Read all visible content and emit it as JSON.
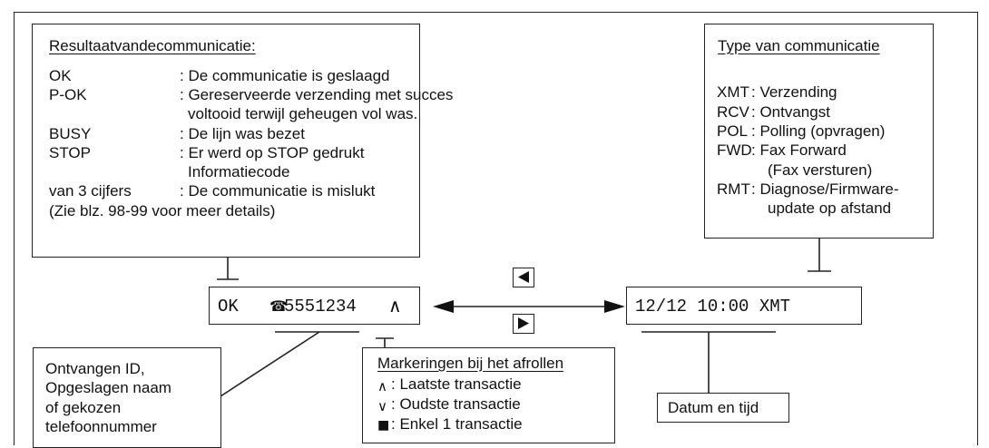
{
  "result_box": {
    "title": "Resultaatvandecommunicatie:",
    "rows": [
      {
        "code": "OK",
        "desc": ": De communicatie is geslaagd"
      },
      {
        "code": "P-OK",
        "desc": ": Gereserveerde verzending met succes"
      },
      {
        "code": "",
        "desc": "voltooid terwijl geheugen vol was."
      },
      {
        "code": "BUSY",
        "desc": ": De lijn was bezet"
      },
      {
        "code": "STOP",
        "desc": ": Er werd op STOP gedrukt"
      },
      {
        "code": "",
        "desc": "Informatiecode"
      },
      {
        "code": "van 3 cijfers",
        "desc": ": De communicatie is mislukt"
      }
    ],
    "note": "(Zie blz. 98-99 voor meer details)"
  },
  "type_box": {
    "title": "Type van communicatie",
    "rows": [
      {
        "code": "XMT",
        "desc": ": Verzending"
      },
      {
        "code": "RCV",
        "desc": ": Ontvangst"
      },
      {
        "code": "POL",
        "desc": ": Polling (opvragen)"
      },
      {
        "code": "FWD",
        "desc": ": Fax Forward"
      },
      {
        "code": "",
        "desc": "(Fax versturen)"
      },
      {
        "code": "RMT",
        "desc": ": Diagnose/Firmware-"
      },
      {
        "code": "",
        "desc": "update op afstand"
      }
    ]
  },
  "display_left": {
    "status": "OK",
    "phone_icon": "☎",
    "number": "5551234",
    "marker": "∧"
  },
  "display_right": {
    "text": "12/12 10:00 XMT"
  },
  "nav": {
    "left_icon": "triangle-left",
    "right_icon": "triangle-right"
  },
  "id_box": {
    "lines": [
      "Ontvangen ID,",
      "Opgeslagen naam",
      "of gekozen",
      "telefoonnummer"
    ]
  },
  "marker_box": {
    "title": "Markeringen bij het afrollen",
    "rows": [
      {
        "symbol": "∧",
        "desc": ": Laatste transactie"
      },
      {
        "symbol": "∨",
        "desc": ": Oudste transactie"
      },
      {
        "symbol": "■",
        "desc": ": Enkel 1 transactie"
      }
    ]
  },
  "datetime_box": {
    "label": "Datum en tijd"
  }
}
